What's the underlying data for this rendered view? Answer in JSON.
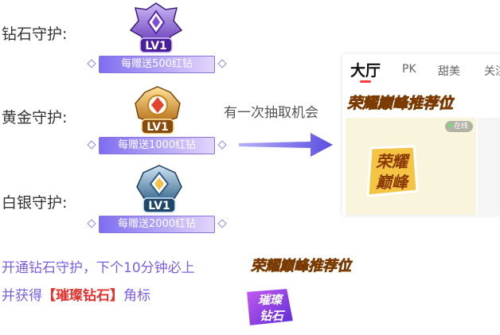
{
  "tiers": [
    {
      "label": "钻石守护:",
      "level": "LV1",
      "reward": "每赠送500红钻",
      "icon": "diamond-guard-badge-icon"
    },
    {
      "label": "黄金守护:",
      "level": "LV1",
      "reward": "每赠送1000红钻",
      "icon": "gold-guard-badge-icon"
    },
    {
      "label": "白银守护:",
      "level": "LV1",
      "reward": "每赠送2000红钻",
      "icon": "silver-guard-badge-icon"
    }
  ],
  "chance_text": "有一次抽取机会",
  "preview": {
    "tabs": [
      "大厅",
      "PK",
      "甜美",
      "关注"
    ],
    "active_tab": "大厅",
    "ribbon_title": "荣耀巅峰推荐位",
    "card_logo_line1": "荣耀",
    "card_logo_line2": "巅峰",
    "online_badge": "在线"
  },
  "promo": {
    "line1": "开通钻石守护，下个10分钟必上",
    "line1_title": "荣耀巅峰推荐位",
    "line2_prefix": "并获得",
    "line2_highlight": "【璀璨钻石】",
    "line2_suffix": "角标",
    "corner_badge_line1": "璀璨",
    "corner_badge_line2": "钻石"
  },
  "colors": {
    "banner_left": "#7e6ef0",
    "banner_right": "#e3d6fb",
    "arrow": "#6f63e8",
    "promo_text": "#7c5fe0",
    "highlight": "#e1322e",
    "title_gold": "#f3b41c",
    "tab_underline": "#ff3b3b"
  }
}
